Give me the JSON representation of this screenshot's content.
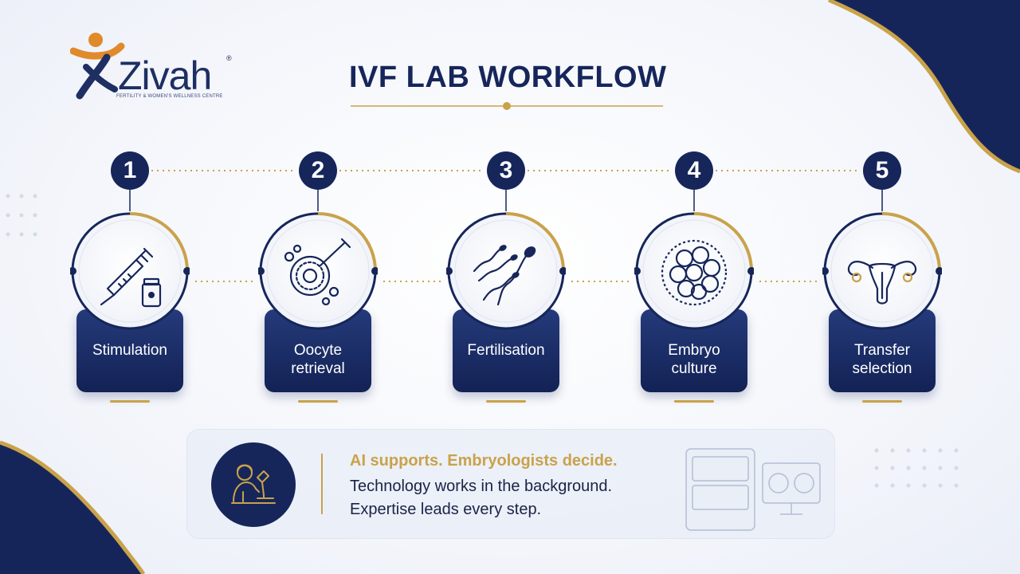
{
  "brand": {
    "name": "Zivah",
    "registered": "®",
    "tagline": "FERTILITY & WOMEN'S WELLNESS CENTRE",
    "colors": {
      "navy": "#16265a",
      "gold": "#c9a24a",
      "orange": "#e08a2a"
    }
  },
  "title": "IVF LAB WORKFLOW",
  "steps": [
    {
      "number": "1",
      "label": "Stimulation",
      "icon": "syringe-and-vial-icon"
    },
    {
      "number": "2",
      "label": "Oocyte\nretrieval",
      "icon": "oocyte-pipette-icon"
    },
    {
      "number": "3",
      "label": "Fertilisation",
      "icon": "sperm-cells-icon"
    },
    {
      "number": "4",
      "label": "Embryo\nculture",
      "icon": "embryo-cells-icon"
    },
    {
      "number": "5",
      "label": "Transfer\nselection",
      "icon": "uterus-icon"
    }
  ],
  "panel": {
    "headline": "AI supports. Embryologists decide.",
    "line1": "Technology works in the background.",
    "line2": "Expertise leads every step.",
    "avatar_icon": "embryologist-microscope-icon",
    "device_icon": "incubator-and-monitor-icon"
  }
}
